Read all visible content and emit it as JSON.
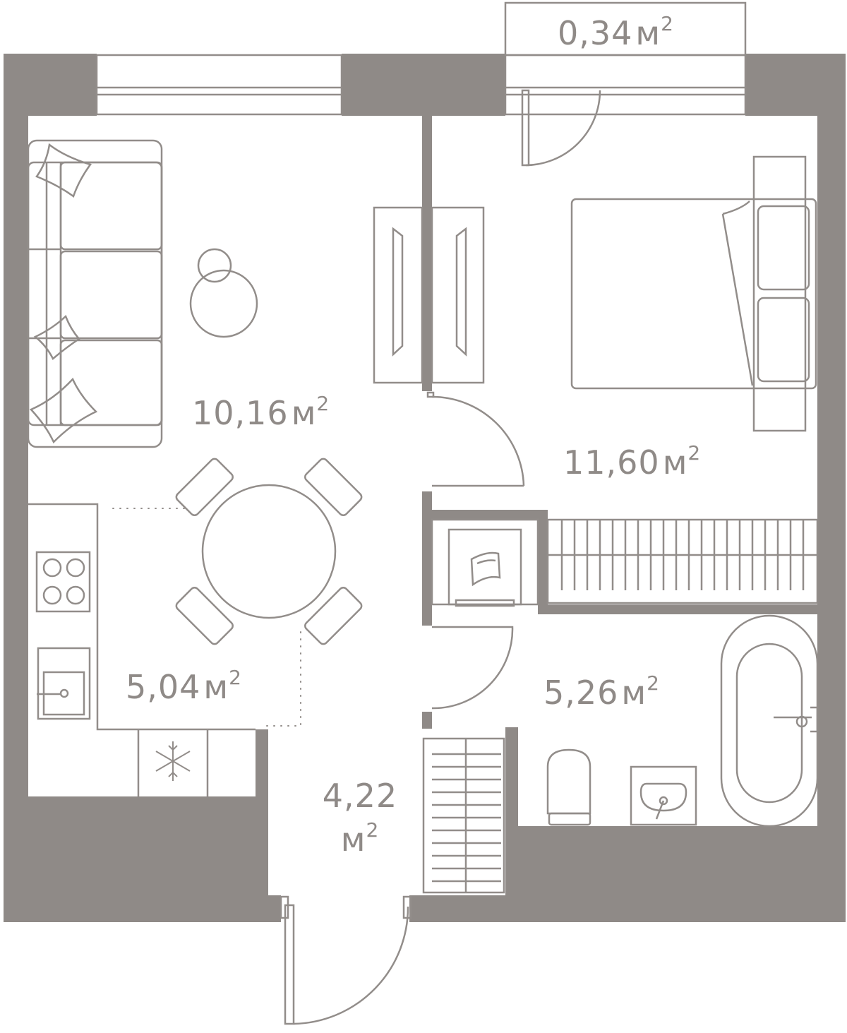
{
  "colors": {
    "wall": "#8f8a87",
    "line": "#928d8a",
    "text": "#8f8a87",
    "background": "#ffffff"
  },
  "rooms": [
    {
      "id": "balcony",
      "area": "0,34",
      "unit": "м",
      "sup": "2"
    },
    {
      "id": "living-room",
      "area": "10,16",
      "unit": "м",
      "sup": "2"
    },
    {
      "id": "bedroom",
      "area": "11,60",
      "unit": "м",
      "sup": "2"
    },
    {
      "id": "kitchen",
      "area": "5,04",
      "unit": "м",
      "sup": "2"
    },
    {
      "id": "bathroom",
      "area": "5,26",
      "unit": "м",
      "sup": "2"
    },
    {
      "id": "hallway",
      "area": "4,22",
      "unit": "м",
      "sup": "2"
    }
  ],
  "icons": [
    "sofa-icon",
    "armchair-icon",
    "wardrobe-icon",
    "bed-icon",
    "dining-table-icon",
    "stove-icon",
    "sink-icon",
    "fridge-icon",
    "washing-machine-icon",
    "closet-icon",
    "toilet-icon",
    "washbasin-icon",
    "bathtub-icon",
    "door-icon",
    "window-icon"
  ]
}
